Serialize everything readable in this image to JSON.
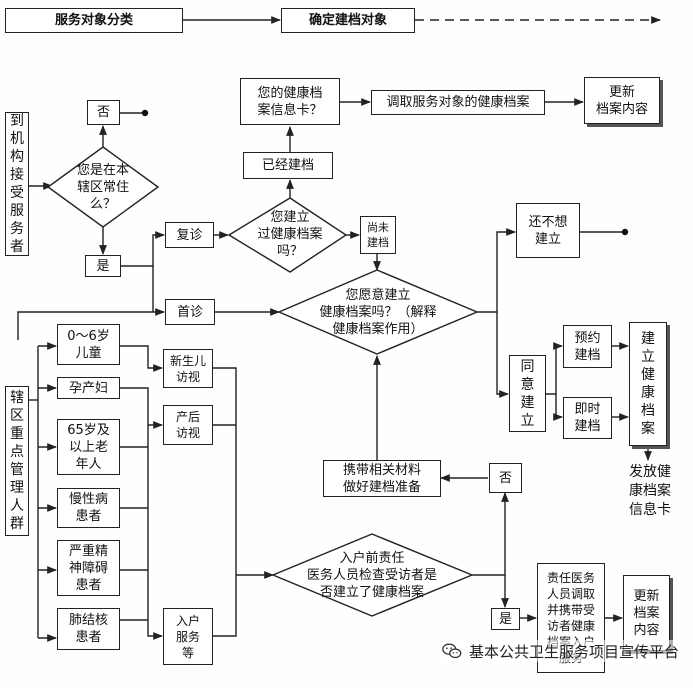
{
  "header": {
    "left": "服务对象分类",
    "right": "确定建档对象"
  },
  "nodes": {
    "arrive": "到\n机\n构\n接\n受\n服\n务\n者",
    "no1": "否",
    "q_resident": "您是在本\n辖区常住\n么？",
    "yes1": "是",
    "q_card": "您的健康档\n案信息卡？",
    "fetch": "调取服务对象的健康档案",
    "update1": "更新\n档案内容",
    "built": "已经建档",
    "revisit": "复诊",
    "q_built": "您建立\n过健康档案\n吗？",
    "notyet": "尚未\n建档",
    "firstvisit": "首诊",
    "q_willing": "您愿意建立\n健康档案吗？（解释\n健康档案作用）",
    "notwant": "还不想\n建立",
    "agree": "同\n意\n建\n立",
    "appoint": "预约\n建档",
    "instant": "即时\n建档",
    "establish": "建\n立\n健\n康\n档\n案",
    "issue": "发放健\n康档案\n信息卡",
    "key_pop": "辖\n区\n重\n点\n管\n理\n人\n群",
    "child": "0～6岁\n儿童",
    "pregnant": "孕产妇",
    "elderly": "65岁及\n以上老\n年人",
    "chronic": "慢性病\n患者",
    "mental": "严重精\n神障碍\n患者",
    "tb": "肺结核\n患者",
    "newborn": "新生儿\n访视",
    "postpartum": "产后\n访视",
    "homeservice": "入户\n服务\n等",
    "carry": "携带相关材料\n做好建档准备",
    "no2": "否",
    "q_home": "入户前责任\n医务人员检查受访者是\n否建立了健康档案",
    "yes2": "是",
    "staff": "责任医务\n人员调取\n并携带受\n访者健康\n档案入户\n服务",
    "update2": "更新\n档案\n内容"
  },
  "watermark": {
    "text": "基本公共卫生服务项目宣传平台",
    "icon": "wechat-icon"
  },
  "colors": {
    "stroke": "#222222",
    "background": "#ffffff"
  }
}
